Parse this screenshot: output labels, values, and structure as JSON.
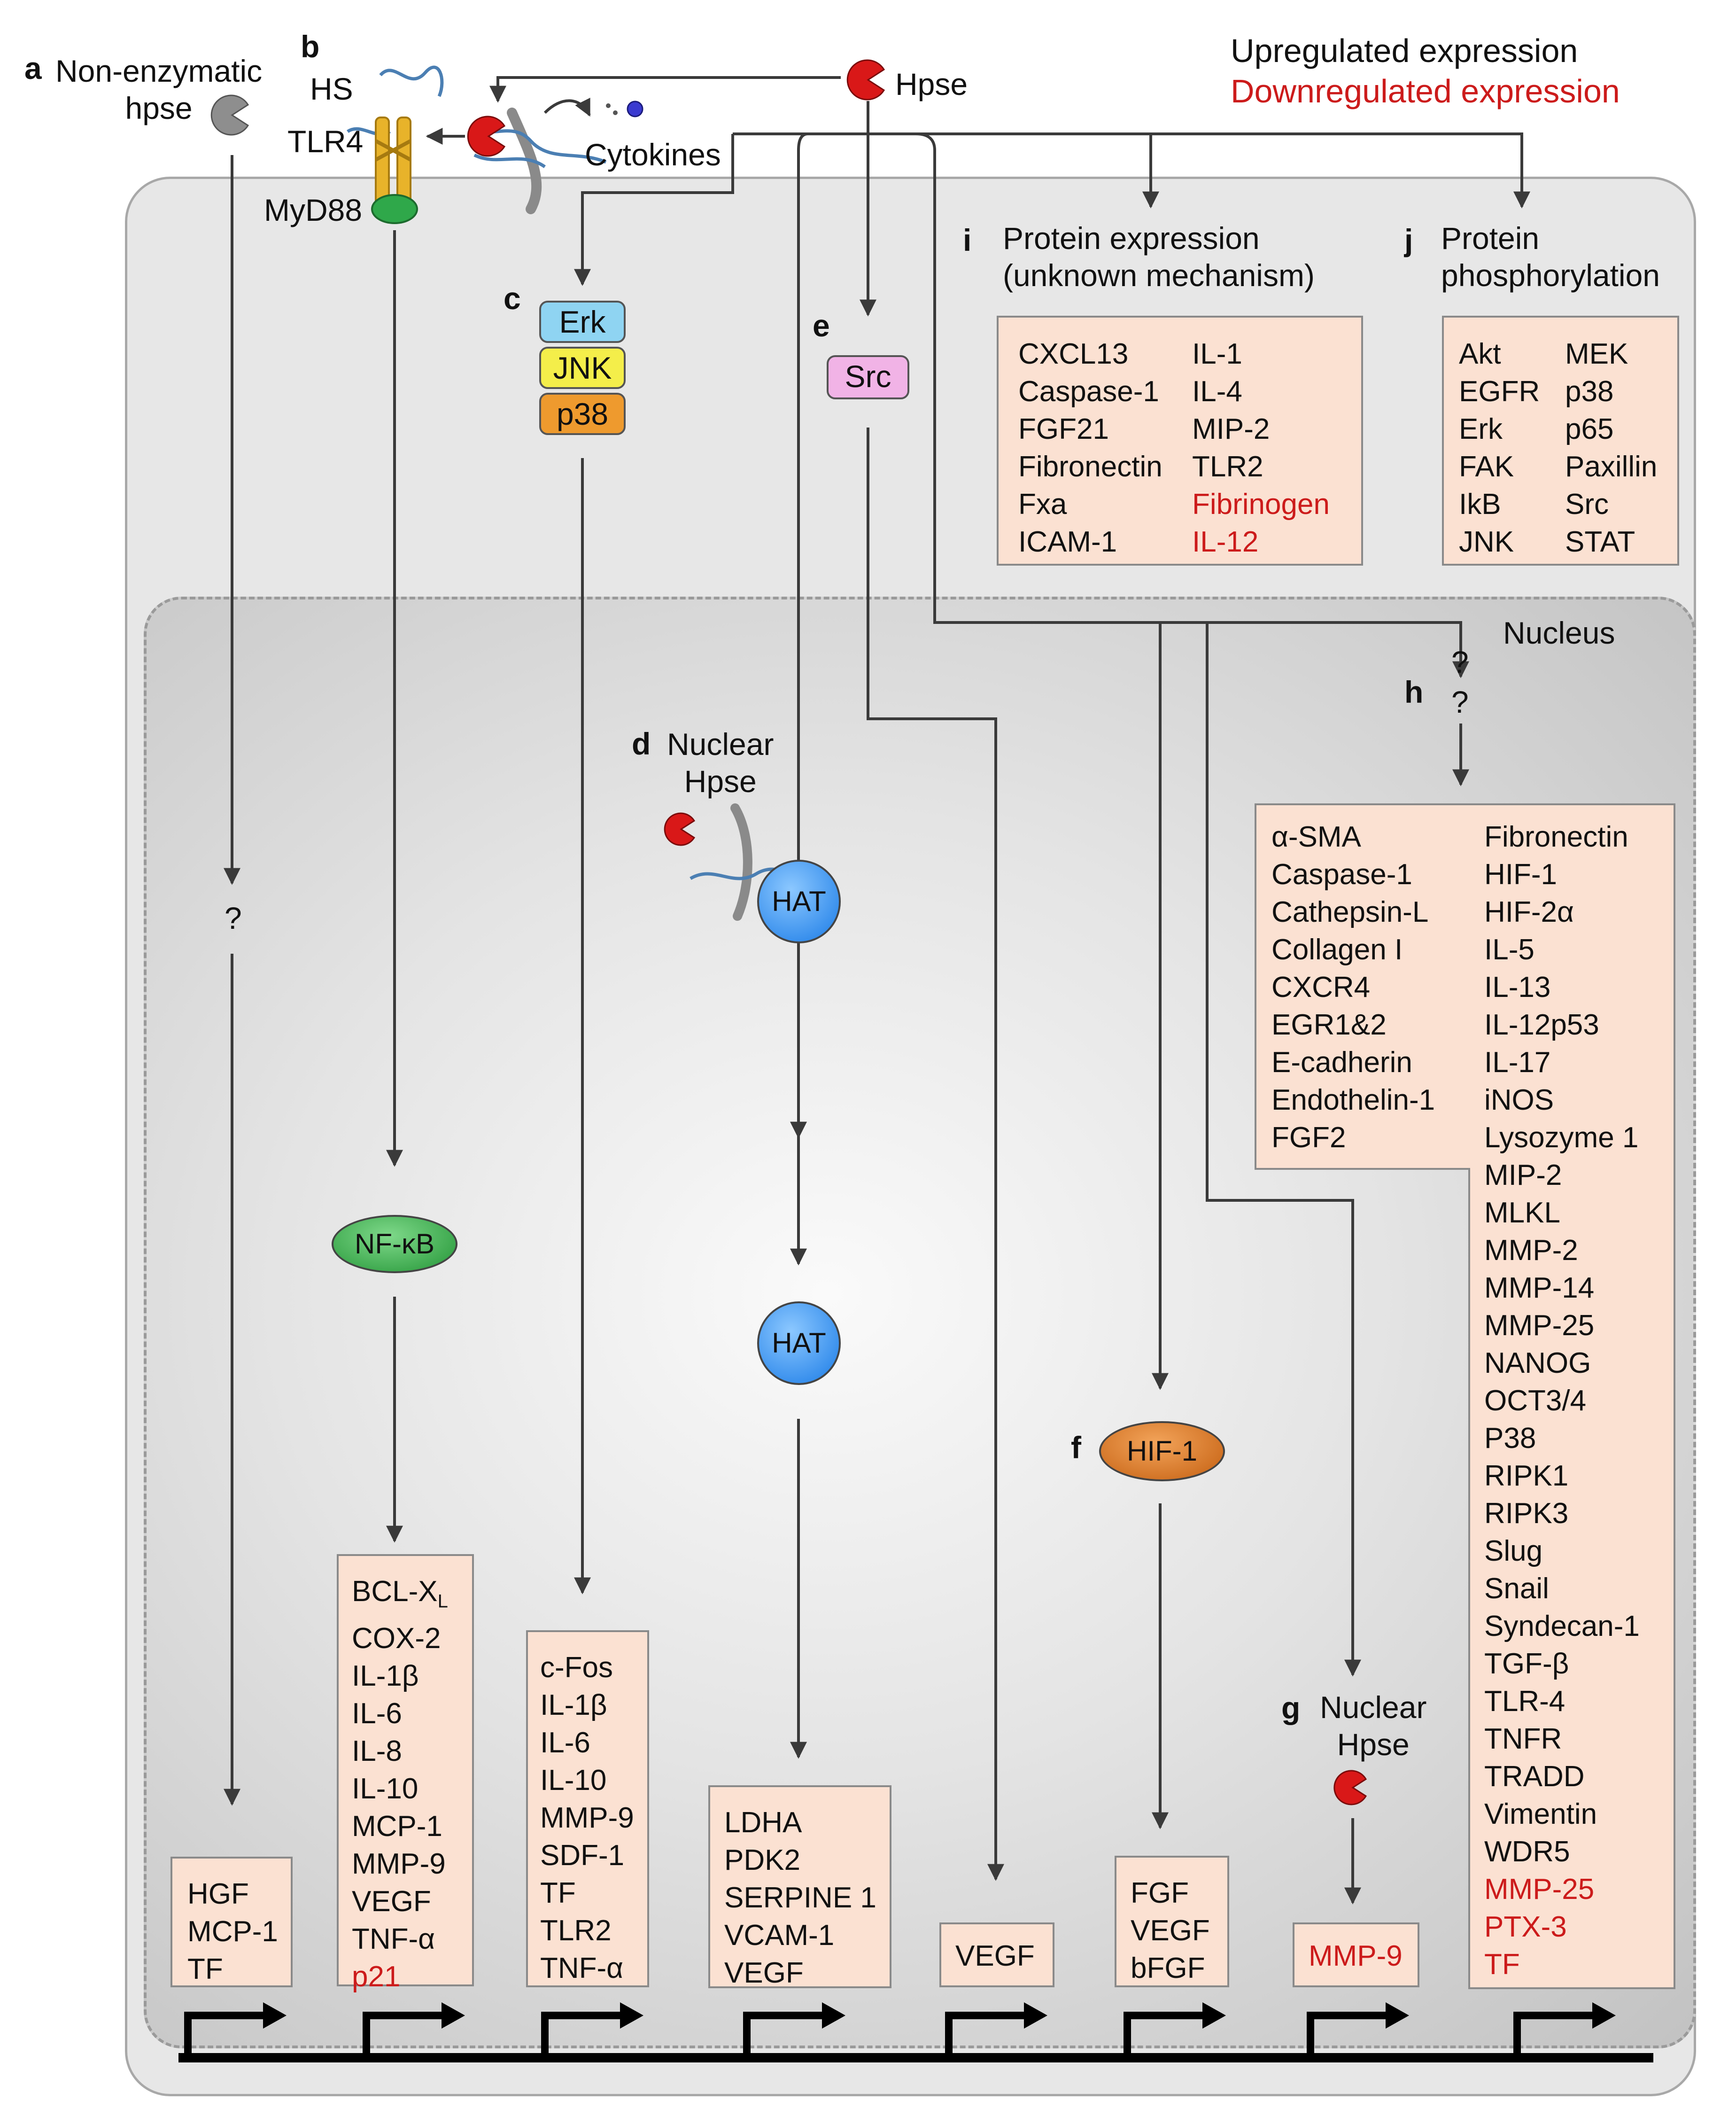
{
  "legend": {
    "upregulated": "Upregulated expression",
    "downregulated": "Downregulated expression",
    "up_color": "#111111",
    "down_color": "#cc1b1b"
  },
  "colors": {
    "box_fill": "#fbe1d2",
    "erk": "#8fd4f2",
    "jnk": "#f4ee4a",
    "p38": "#ee9a2e",
    "src": "#f1b3e6",
    "nfkb": "#3aa84a",
    "hat": "#2d8ef0",
    "hif": "#e27a1d",
    "hpse": "#e01c1c",
    "cell": "#e7e7e7"
  },
  "icons": [
    "hpse-pacman-icon",
    "non-enzymatic-hpse-icon",
    "tlr4-receptor-icon",
    "myd88-icon",
    "heparan-sulfate-strand-icon",
    "cytokine-icon",
    "promoter-arrow-icon"
  ],
  "labels": {
    "a": "a",
    "a_text": "Non-enzymatic\nhpse",
    "b": "b",
    "hs": "HS",
    "tlr4": "TLR4",
    "myd88": "MyD88",
    "cytokines": "Cytokines",
    "hpse": "Hpse",
    "c": "c",
    "erk": "Erk",
    "jnk": "JNK",
    "p38": "p38",
    "d": "d",
    "d_text": "Nuclear\nHpse",
    "hat": "HAT",
    "e": "e",
    "src": "Src",
    "f": "f",
    "hif1": "HIF-1",
    "g": "g",
    "g_text": "Nuclear\nHpse",
    "h": "h",
    "q": "?",
    "i": "i",
    "i_text": "Protein expression\n(unknown mechanism)",
    "j": "j",
    "j_text": "Protein\nphosphorylation",
    "nucleus": "Nucleus",
    "nfkb": "NF-κB"
  },
  "boxes": {
    "a_genes": [
      {
        "t": "HGF"
      },
      {
        "t": "MCP-1"
      },
      {
        "t": "TF"
      }
    ],
    "b_genes": [
      {
        "t": "BCL-X",
        "sub": "L"
      },
      {
        "t": "COX-2"
      },
      {
        "t": "IL-1β"
      },
      {
        "t": "IL-6"
      },
      {
        "t": "IL-8"
      },
      {
        "t": "IL-10"
      },
      {
        "t": "MCP-1"
      },
      {
        "t": "MMP-9"
      },
      {
        "t": "VEGF"
      },
      {
        "t": "TNF-α"
      },
      {
        "t": "p21",
        "down": true
      }
    ],
    "c_genes": [
      {
        "t": "c-Fos"
      },
      {
        "t": "IL-1β"
      },
      {
        "t": "IL-6"
      },
      {
        "t": "IL-10"
      },
      {
        "t": "MMP-9"
      },
      {
        "t": "SDF-1"
      },
      {
        "t": "TF"
      },
      {
        "t": "TLR2"
      },
      {
        "t": "TNF-α"
      }
    ],
    "d_genes": [
      {
        "t": "LDHA"
      },
      {
        "t": "PDK2"
      },
      {
        "t": "SERPINE 1"
      },
      {
        "t": "VCAM-1"
      },
      {
        "t": "VEGF"
      }
    ],
    "e_genes": [
      {
        "t": "VEGF"
      }
    ],
    "f_genes": [
      {
        "t": "FGF"
      },
      {
        "t": "VEGF"
      },
      {
        "t": "bFGF"
      }
    ],
    "g_genes": [
      {
        "t": "MMP-9",
        "down": true
      }
    ],
    "i_col1": [
      {
        "t": "CXCL13"
      },
      {
        "t": "Caspase-1"
      },
      {
        "t": "FGF21"
      },
      {
        "t": "Fibronectin"
      },
      {
        "t": "Fxa"
      },
      {
        "t": "ICAM-1"
      }
    ],
    "i_col2": [
      {
        "t": "IL-1"
      },
      {
        "t": "IL-4"
      },
      {
        "t": "MIP-2"
      },
      {
        "t": "TLR2"
      },
      {
        "t": "Fibrinogen",
        "down": true
      },
      {
        "t": "IL-12",
        "down": true
      }
    ],
    "j_col1": [
      {
        "t": "Akt"
      },
      {
        "t": "EGFR"
      },
      {
        "t": "Erk"
      },
      {
        "t": "FAK"
      },
      {
        "t": "IkB"
      },
      {
        "t": "JNK"
      }
    ],
    "j_col2": [
      {
        "t": "MEK"
      },
      {
        "t": "p38"
      },
      {
        "t": "p65"
      },
      {
        "t": "Paxillin"
      },
      {
        "t": "Src"
      },
      {
        "t": "STAT"
      }
    ],
    "h_col1": [
      {
        "t": "α-SMA"
      },
      {
        "t": "Caspase-1"
      },
      {
        "t": "Cathepsin-L"
      },
      {
        "t": "Collagen I"
      },
      {
        "t": "CXCR4"
      },
      {
        "t": "EGR1&2"
      },
      {
        "t": "E-cadherin"
      },
      {
        "t": "Endothelin-1"
      },
      {
        "t": "FGF2"
      }
    ],
    "h_col2": [
      {
        "t": "Fibronectin"
      },
      {
        "t": "HIF-1"
      },
      {
        "t": "HIF-2α"
      },
      {
        "t": "IL-5"
      },
      {
        "t": "IL-13"
      },
      {
        "t": "IL-12p53"
      },
      {
        "t": "IL-17"
      },
      {
        "t": "iNOS"
      },
      {
        "t": "Lysozyme 1"
      },
      {
        "t": "MIP-2"
      },
      {
        "t": "MLKL"
      },
      {
        "t": "MMP-2"
      },
      {
        "t": "MMP-14"
      },
      {
        "t": "MMP-25"
      },
      {
        "t": "NANOG"
      },
      {
        "t": "OCT3/4"
      },
      {
        "t": "P38"
      },
      {
        "t": "RIPK1"
      },
      {
        "t": "RIPK3"
      },
      {
        "t": "Slug"
      },
      {
        "t": "Snail"
      },
      {
        "t": "Syndecan-1"
      },
      {
        "t": "TGF-β"
      },
      {
        "t": "TLR-4"
      },
      {
        "t": "TNFR"
      },
      {
        "t": "TRADD"
      },
      {
        "t": "Vimentin"
      },
      {
        "t": "WDR5"
      },
      {
        "t": "MMP-25",
        "down": true
      },
      {
        "t": "PTX-3",
        "down": true
      },
      {
        "t": "TF",
        "down": true
      }
    ]
  }
}
